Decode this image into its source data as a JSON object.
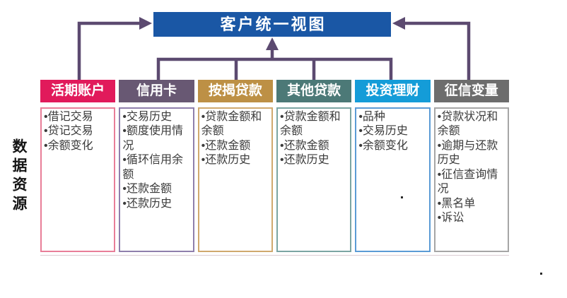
{
  "diagram": {
    "title": "客户统一视图",
    "side_label": "数据资源",
    "columns": [
      {
        "title": "活期账户",
        "items": [
          "借记交易",
          "贷记交易",
          "余额变化"
        ]
      },
      {
        "title": "信用卡",
        "items": [
          "交易历史",
          "额度使用情况",
          "循环信用余额",
          "还款金额",
          "还款历史"
        ]
      },
      {
        "title": "按揭贷款",
        "items": [
          "贷款金额和余额",
          "还款金额",
          "还款历史"
        ]
      },
      {
        "title": "其他贷款",
        "items": [
          "贷款金额和余额",
          "还款金额",
          "还款历史"
        ]
      },
      {
        "title": "投资理财",
        "items": [
          "品种",
          "交易历史",
          "余额变化"
        ]
      },
      {
        "title": "征信变量",
        "items": [
          "贷款状况和余额",
          "逾期与还款历史",
          "征信查询情况",
          "黑名单",
          "诉讼"
        ]
      }
    ],
    "colors": {
      "title_box": "#1A57A5",
      "connector": "#5C4A70",
      "body_text": "#3B3B3B",
      "headers": [
        "#E11A5B",
        "#685873",
        "#BD9045",
        "#4C7977",
        "#149CD8",
        "#6D6D6D"
      ],
      "borders": [
        "#E87E98",
        "#8F7FAC",
        "#D0A96E",
        "#7BA5A3",
        "#5B9BD5",
        "#A6A6A6"
      ]
    }
  }
}
